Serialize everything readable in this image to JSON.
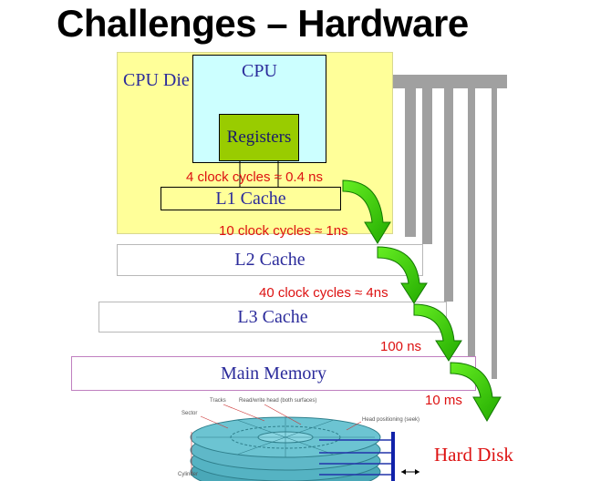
{
  "title": "Challenges – Hardware",
  "cpu_die_label": "CPU Die",
  "cpu_label": "CPU",
  "registers_label": "Registers",
  "l1_label": "L1 Cache",
  "l2_label": "L2 Cache",
  "l3_label": "L3 Cache",
  "memory_label": "Main Memory",
  "disk_label": "Hard Disk",
  "latencies": {
    "l1": "4 clock cycles ≈ 0.4 ns",
    "l2": "10 clock cycles ≈ 1ns",
    "l3": "40 clock cycles ≈ 4ns",
    "memory": "100 ns",
    "disk": "10 ms"
  },
  "disk_annotations": {
    "tracks": "Tracks",
    "head": "Read/write head (both surfaces)",
    "sector": "Sector",
    "positioning": "Head positioning (seek)",
    "cylinder": "Cylinder"
  },
  "colors": {
    "die": "#ffff99",
    "cpu": "#ccffff",
    "registers": "#99cc00",
    "latency_text": "#dd1111",
    "arrow": "#33cc00",
    "bus": "#a0a0a0",
    "disk": "#5fb8c8"
  }
}
